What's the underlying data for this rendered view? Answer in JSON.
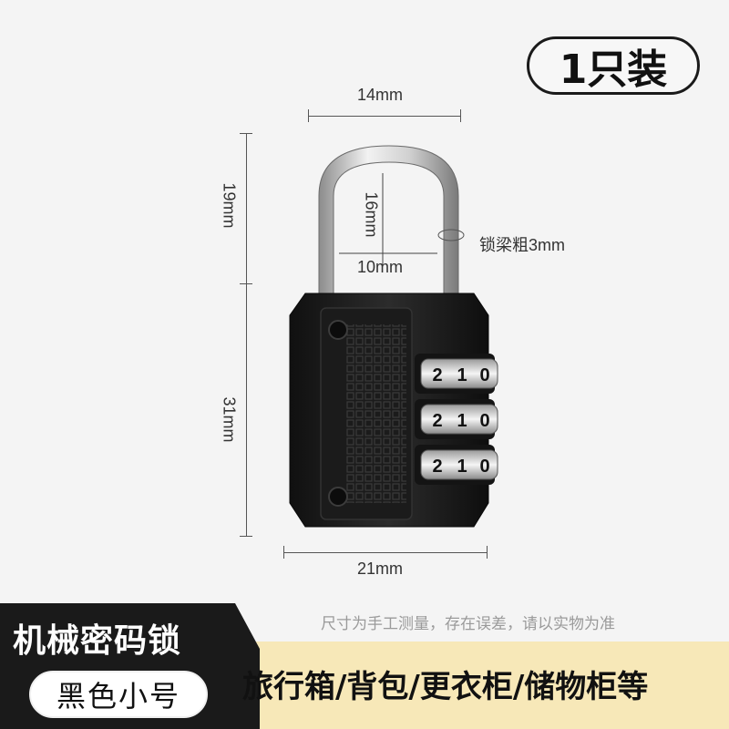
{
  "badge": {
    "label": "1只装"
  },
  "dimensions": {
    "shackle_outer_width": "14mm",
    "shackle_height": "19mm",
    "shackle_inner_height": "16mm",
    "shackle_inner_width": "10mm",
    "shackle_thickness": "锁梁粗3mm",
    "body_height": "31mm",
    "body_width": "21mm"
  },
  "dial_digits": [
    "2",
    "1",
    "0"
  ],
  "disclaimer": "尺寸为手工测量，存在误差，请以实物为准",
  "product": {
    "title": "机械密码锁",
    "variant": "黑色小号",
    "usage": "旅行箱/背包/更衣柜/储物柜等"
  },
  "colors": {
    "lock_body": "#1e1e1e",
    "shackle": "#c8c8c8",
    "banner_dark": "#1a1a1a",
    "banner_light": "#f7e8b8"
  }
}
